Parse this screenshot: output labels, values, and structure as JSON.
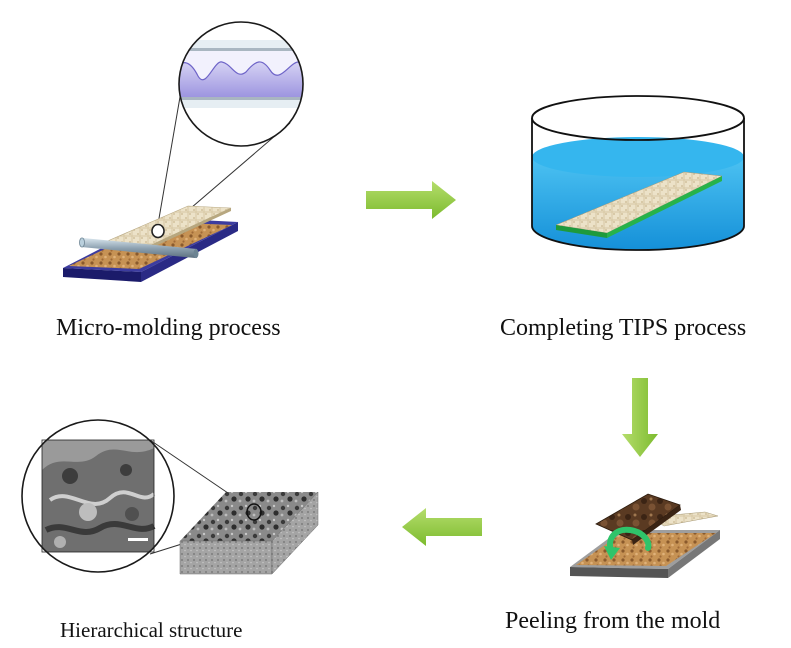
{
  "steps": {
    "molding": {
      "label": "Micro-molding process"
    },
    "tips": {
      "label": "Completing TIPS process"
    },
    "peel": {
      "label": "Peeling from the mold"
    },
    "hierarchical": {
      "label": "Hierarchical structure"
    }
  },
  "flow_arrows": [
    {
      "from": "molding",
      "to": "tips",
      "direction": "right"
    },
    {
      "from": "tips",
      "to": "peel",
      "direction": "down"
    },
    {
      "from": "peel",
      "to": "hierarchical",
      "direction": "left"
    }
  ],
  "colors": {
    "arrow": "#8cc63f",
    "mold_base": "#23237a",
    "porous_film": "#c69254",
    "scaffold_top": "#e8dcc0",
    "bath_liquid": "#1fa8e8",
    "film_edge": "#22aa44",
    "sem_gray": "#7a7a7a",
    "tube_lilac": "#b9b3ec"
  },
  "icons": {
    "zoom_circle_top": "magnifier-inset-icon",
    "zoom_circle_bottom": "sem-inset-icon",
    "peel_arrow": "curved-arrow-icon"
  }
}
